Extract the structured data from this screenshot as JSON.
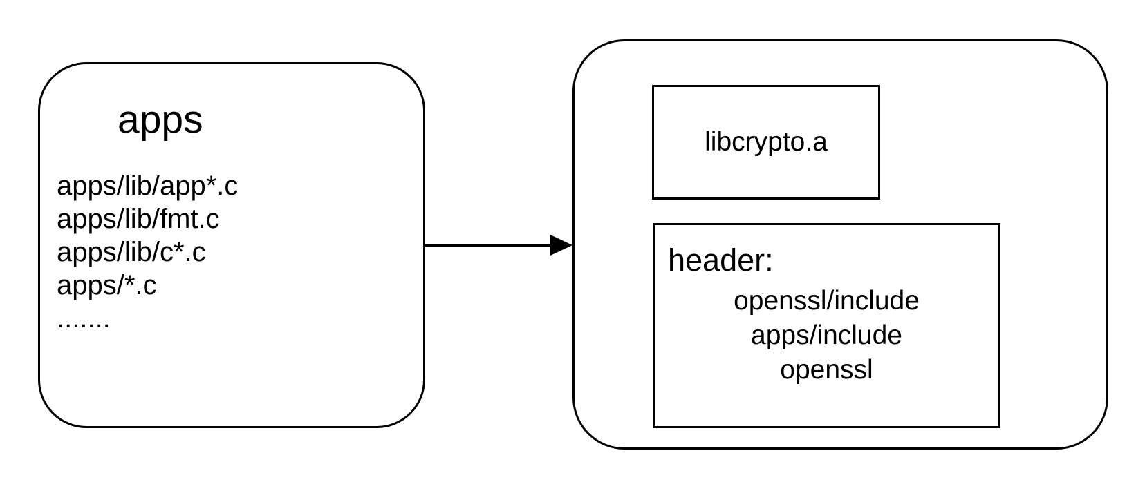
{
  "diagram": {
    "colors": {
      "stroke": "#000000",
      "fill": "#ffffff",
      "text": "#000000"
    },
    "left_box": {
      "title": "apps",
      "files": [
        "apps/lib/app*.c",
        "apps/lib/fmt.c",
        "apps/lib/c*.c",
        "apps/*.c",
        "......."
      ]
    },
    "arrow": {
      "from": "apps",
      "to": "right-container",
      "direction": "right"
    },
    "right_box": {
      "libcrypto_label": "libcrypto.a",
      "header_box": {
        "title": "header:",
        "entries": [
          "openssl/include",
          "apps/include",
          "openssl"
        ]
      }
    }
  }
}
